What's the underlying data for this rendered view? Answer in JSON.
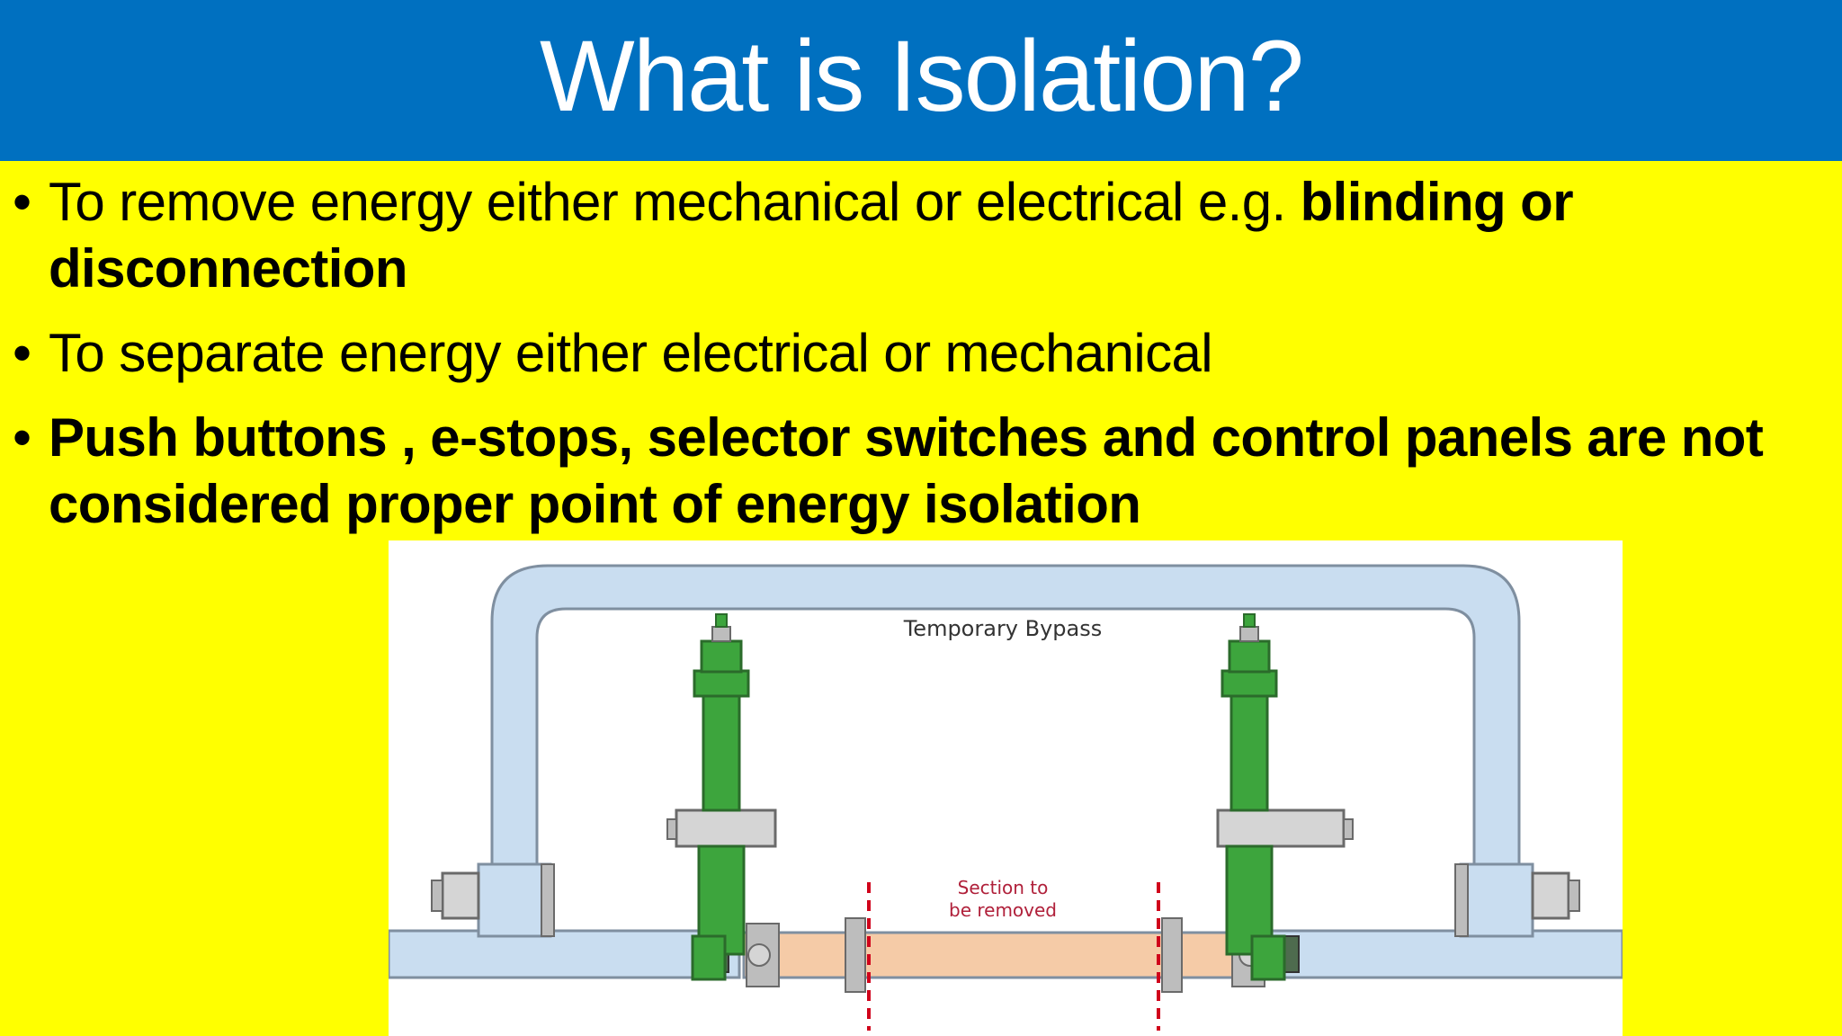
{
  "slide": {
    "title": "What is Isolation?",
    "bullets": [
      {
        "normal": "To remove energy either mechanical or electrical e.g. ",
        "bold": "blinding or disconnection"
      },
      {
        "normal": "To separate energy either electrical or mechanical",
        "bold": ""
      },
      {
        "normal": "",
        "bold": "Push buttons , e-stops, selector switches and control panels are not considered proper point of energy isolation"
      }
    ],
    "bullet_glyph": "•"
  },
  "diagram": {
    "bypass_label": "Temporary Bypass",
    "section_label_line1": "Section to",
    "section_label_line2": "be removed"
  },
  "colors": {
    "title_bar": "#0070C0",
    "background": "#FFFF00",
    "pipe": "#C9DDF0",
    "valve": "#3DA53D",
    "removed_section": "#F5CBA7",
    "cut_line": "#D0021B"
  }
}
